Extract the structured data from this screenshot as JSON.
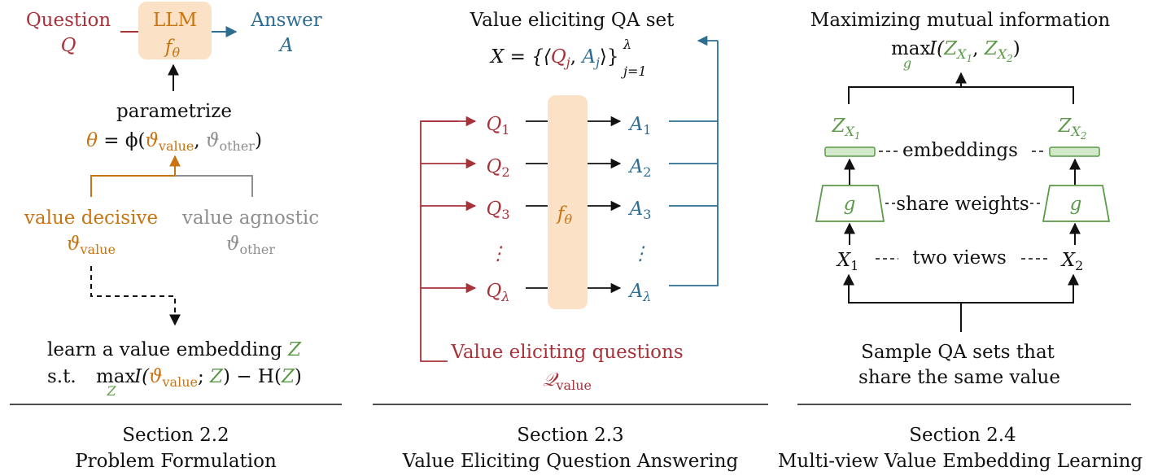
{
  "colors": {
    "question": "#a8323a",
    "answer": "#2e6d92",
    "llm_box": "#fbe1c6",
    "value": "#c87410",
    "embedding": "#5a9a48",
    "agnostic": "#8e8e8e"
  },
  "panel1": {
    "question_label": "Question",
    "question_symbol": "Q",
    "llm_label": "LLM",
    "llm_symbol": "f",
    "llm_subscript": "θ",
    "answer_label": "Answer",
    "answer_symbol": "A",
    "parametrize": "parametrize",
    "theta_eq": {
      "lhs": "θ",
      "eq": " = ϕ(",
      "v1": "ϑ",
      "v1_sub": "value",
      "comma": ", ",
      "v2": "ϑ",
      "v2_sub": "other",
      "close": ")"
    },
    "decisive_label": "value decisive",
    "decisive_symbol": "ϑ",
    "decisive_sub": "value",
    "agnostic_label": "value agnostic",
    "agnostic_symbol": "ϑ",
    "agnostic_sub": "other",
    "learn_text": "learn a value embedding ",
    "learn_symbol": "Z",
    "objective": {
      "st": "s.t. ",
      "max": "max",
      "under": "Z",
      "I_open": "I(",
      "v": "ϑ",
      "v_sub": "value",
      "semi": "; ",
      "z": "Z",
      "mid": ") − H(",
      "z2": "Z",
      "close": ")"
    },
    "section_num": "Section 2.2",
    "section_title": "Problem Formulation"
  },
  "panel2": {
    "title": "Value eliciting QA set",
    "set_formula": {
      "lhs": "X = {⟨",
      "q": "Q",
      "q_sub": "j",
      "comma": ", ",
      "a": "A",
      "a_sub": "j",
      "close": "⟩}",
      "sup": "λ",
      "sub": "j=1"
    },
    "llm_symbol": "f",
    "llm_subscript": "θ",
    "questions": [
      {
        "symbol": "Q",
        "sub": "1"
      },
      {
        "symbol": "Q",
        "sub": "2"
      },
      {
        "symbol": "Q",
        "sub": "3"
      },
      {
        "symbol": "⋮",
        "sub": ""
      },
      {
        "symbol": "Q",
        "sub": "λ"
      }
    ],
    "answers": [
      {
        "symbol": "A",
        "sub": "1"
      },
      {
        "symbol": "A",
        "sub": "2"
      },
      {
        "symbol": "A",
        "sub": "3"
      },
      {
        "symbol": "⋮",
        "sub": ""
      },
      {
        "symbol": "A",
        "sub": "λ"
      }
    ],
    "eliciting_label": "Value eliciting questions",
    "eliciting_symbol": "𝒬",
    "eliciting_sub": "value",
    "section_num": "Section 2.3",
    "section_title": "Value Eliciting Question Answering"
  },
  "panel3": {
    "title": "Maximizing mutual information",
    "objective": {
      "max": "max",
      "under": "g",
      "I_open": "I(",
      "z1": "Z",
      "z1_sub": "X",
      "z1_subsub": "1",
      "comma": ", ",
      "z2": "Z",
      "z2_sub": "X",
      "z2_subsub": "2",
      "close": ")"
    },
    "z_left": {
      "symbol": "Z",
      "sub": "X",
      "subsub": "1"
    },
    "z_right": {
      "symbol": "Z",
      "sub": "X",
      "subsub": "2"
    },
    "embeddings_label": "embeddings",
    "encoder_symbol": "g",
    "share_label": "share weights",
    "x_left": {
      "symbol": "X",
      "sub": "1"
    },
    "x_right": {
      "symbol": "X",
      "sub": "2"
    },
    "two_views_label": "two views",
    "sample_line1": "Sample QA sets that",
    "sample_line2": "share the same value",
    "section_num": "Section 2.4",
    "section_title": "Multi-view Value Embedding Learning"
  }
}
